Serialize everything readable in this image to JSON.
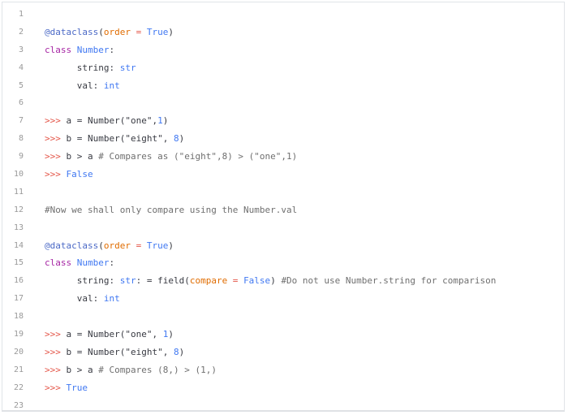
{
  "code": {
    "lines": [
      {
        "number": "1",
        "tokens": []
      },
      {
        "number": "2",
        "tokens": [
          {
            "text": "@dataclass",
            "type": "decorator"
          },
          {
            "text": "(",
            "type": "default"
          },
          {
            "text": "order",
            "type": "attr"
          },
          {
            "text": " = ",
            "type": "operator"
          },
          {
            "text": "True",
            "type": "builtin"
          },
          {
            "text": ")",
            "type": "default"
          }
        ]
      },
      {
        "number": "3",
        "tokens": [
          {
            "text": "class",
            "type": "keyword"
          },
          {
            "text": " Number",
            "type": "class"
          },
          {
            "text": ":",
            "type": "default"
          }
        ]
      },
      {
        "number": "4",
        "tokens": [
          {
            "text": "      string: ",
            "type": "default"
          },
          {
            "text": "str",
            "type": "builtin"
          }
        ]
      },
      {
        "number": "5",
        "tokens": [
          {
            "text": "      val: ",
            "type": "default"
          },
          {
            "text": "int",
            "type": "builtin"
          }
        ]
      },
      {
        "number": "6",
        "tokens": []
      },
      {
        "number": "7",
        "tokens": [
          {
            "text": ">>> ",
            "type": "prompt"
          },
          {
            "text": "a = Number(",
            "type": "default"
          },
          {
            "text": "\"one\"",
            "type": "string"
          },
          {
            "text": ",",
            "type": "default"
          },
          {
            "text": "1",
            "type": "number"
          },
          {
            "text": ")",
            "type": "default"
          }
        ]
      },
      {
        "number": "8",
        "tokens": [
          {
            "text": ">>> ",
            "type": "prompt"
          },
          {
            "text": "b = Number(",
            "type": "default"
          },
          {
            "text": "\"eight\"",
            "type": "string"
          },
          {
            "text": ", ",
            "type": "default"
          },
          {
            "text": "8",
            "type": "number"
          },
          {
            "text": ")",
            "type": "default"
          }
        ]
      },
      {
        "number": "9",
        "tokens": [
          {
            "text": ">>> ",
            "type": "prompt"
          },
          {
            "text": "b > a ",
            "type": "default"
          },
          {
            "text": "# Compares as (\"eight\",8) > (\"one\",1)",
            "type": "comment"
          }
        ]
      },
      {
        "number": "10",
        "tokens": [
          {
            "text": ">>> ",
            "type": "prompt"
          },
          {
            "text": "False",
            "type": "builtin"
          }
        ]
      },
      {
        "number": "11",
        "tokens": []
      },
      {
        "number": "12",
        "tokens": [
          {
            "text": "#Now we shall only compare using the Number.val",
            "type": "comment"
          }
        ]
      },
      {
        "number": "13",
        "tokens": []
      },
      {
        "number": "14",
        "tokens": [
          {
            "text": "@dataclass",
            "type": "decorator"
          },
          {
            "text": "(",
            "type": "default"
          },
          {
            "text": "order",
            "type": "attr"
          },
          {
            "text": " = ",
            "type": "operator"
          },
          {
            "text": "True",
            "type": "builtin"
          },
          {
            "text": ")",
            "type": "default"
          }
        ]
      },
      {
        "number": "15",
        "tokens": [
          {
            "text": "class",
            "type": "keyword"
          },
          {
            "text": " Number",
            "type": "class"
          },
          {
            "text": ":",
            "type": "default"
          }
        ]
      },
      {
        "number": "16",
        "tokens": [
          {
            "text": "      string: ",
            "type": "default"
          },
          {
            "text": "str",
            "type": "builtin"
          },
          {
            "text": ": = field(",
            "type": "default"
          },
          {
            "text": "compare",
            "type": "attr"
          },
          {
            "text": " = ",
            "type": "operator"
          },
          {
            "text": "False",
            "type": "builtin"
          },
          {
            "text": ") ",
            "type": "default"
          },
          {
            "text": "#Do not use Number.string for comparison",
            "type": "comment"
          }
        ]
      },
      {
        "number": "17",
        "tokens": [
          {
            "text": "      val: ",
            "type": "default"
          },
          {
            "text": "int",
            "type": "builtin"
          }
        ]
      },
      {
        "number": "18",
        "tokens": []
      },
      {
        "number": "19",
        "tokens": [
          {
            "text": ">>> ",
            "type": "prompt"
          },
          {
            "text": "a = Number(",
            "type": "default"
          },
          {
            "text": "\"one\"",
            "type": "string"
          },
          {
            "text": ", ",
            "type": "default"
          },
          {
            "text": "1",
            "type": "number"
          },
          {
            "text": ")",
            "type": "default"
          }
        ]
      },
      {
        "number": "20",
        "tokens": [
          {
            "text": ">>> ",
            "type": "prompt"
          },
          {
            "text": "b = Number(",
            "type": "default"
          },
          {
            "text": "\"eight\"",
            "type": "string"
          },
          {
            "text": ", ",
            "type": "default"
          },
          {
            "text": "8",
            "type": "number"
          },
          {
            "text": ")",
            "type": "default"
          }
        ]
      },
      {
        "number": "21",
        "tokens": [
          {
            "text": ">>> ",
            "type": "prompt"
          },
          {
            "text": "b > a ",
            "type": "default"
          },
          {
            "text": "# Compares (8,) > (1,)",
            "type": "comment"
          }
        ]
      },
      {
        "number": "22",
        "tokens": [
          {
            "text": ">>> ",
            "type": "prompt"
          },
          {
            "text": "True",
            "type": "builtin"
          }
        ]
      },
      {
        "number": "23",
        "tokens": []
      }
    ]
  },
  "colors": {
    "prompt": "#e45649",
    "keyword": "#a626a4",
    "builtin": "#4078f2",
    "comment": "#6f6f6f",
    "attr": "#e06c00",
    "line_number": "#999999"
  }
}
